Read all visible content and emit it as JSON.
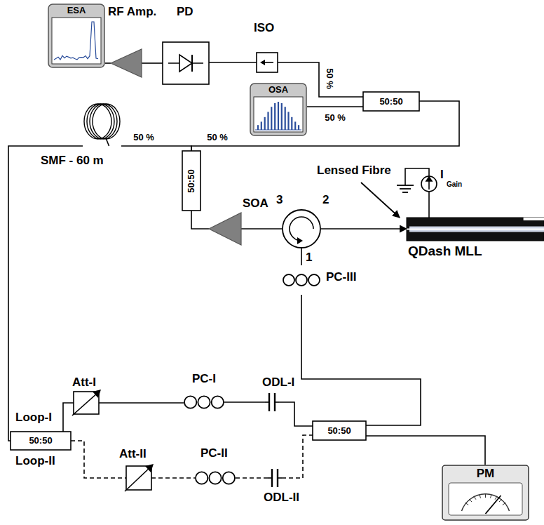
{
  "diagram": {
    "nodes": [
      {
        "text": [
          "ESA"
        ]
      },
      {
        "text": [
          "RF Amp."
        ]
      },
      {
        "text": [
          "PD"
        ]
      },
      {
        "text": [
          "ISO"
        ]
      },
      {
        "text": [
          "OSA"
        ]
      },
      {
        "text": [
          "50:50"
        ]
      },
      {
        "text": [
          "SMF - 60 m"
        ]
      },
      {
        "text": [
          "50:50"
        ]
      },
      {
        "text": [
          "SOA"
        ]
      },
      {
        "text": [
          "3",
          "2",
          "1"
        ]
      },
      {
        "text": [
          "QDash MLL"
        ]
      },
      {
        "text": [
          "PC-III"
        ]
      },
      {
        "text": [
          "Att-I"
        ]
      },
      {
        "text": [
          "PC-I"
        ]
      },
      {
        "text": [
          "ODL-I"
        ]
      },
      {
        "text": [
          "50:50"
        ]
      },
      {
        "text": [
          "50:50"
        ]
      },
      {
        "text": [
          "Att-II"
        ]
      },
      {
        "text": [
          "PC-II"
        ]
      },
      {
        "text": [
          "ODL-II"
        ]
      },
      {
        "text": [
          "PM"
        ]
      }
    ],
    "edges": [
      {
        "from": 1,
        "to": 0,
        "arrow": "none"
      },
      {
        "from": 2,
        "to": 1,
        "arrow": "none"
      },
      {
        "from": 3,
        "to": 2,
        "arrow": "none"
      },
      {
        "from": 5,
        "to": 3,
        "arrow": "none"
      },
      {
        "from": 5,
        "to": 4,
        "arrow": "none"
      },
      {
        "from": 7,
        "to": 5,
        "arrow": "none"
      },
      {
        "from": 7,
        "to": 6,
        "arrow": "none"
      },
      {
        "from": 6,
        "to": 15,
        "arrow": "none"
      },
      {
        "from": 8,
        "to": 7,
        "arrow": "none"
      },
      {
        "from": 9,
        "to": 8,
        "arrow": "none"
      },
      {
        "from": 9,
        "to": 10,
        "arrow": "to"
      },
      {
        "from": 11,
        "to": 9,
        "arrow": "none"
      },
      {
        "from": 16,
        "to": 11,
        "arrow": "none"
      },
      {
        "from": 16,
        "to": 20,
        "arrow": "none"
      },
      {
        "from": 15,
        "to": 12,
        "arrow": "none"
      },
      {
        "from": 12,
        "to": 13,
        "arrow": "none"
      },
      {
        "from": 13,
        "to": 14,
        "arrow": "none"
      },
      {
        "from": 14,
        "to": 16,
        "arrow": "none"
      },
      {
        "from": 15,
        "to": 17,
        "arrow": "none"
      },
      {
        "from": 17,
        "to": 18,
        "arrow": "none"
      },
      {
        "from": 18,
        "to": 19,
        "arrow": "none"
      },
      {
        "from": 19,
        "to": 16,
        "arrow": "none"
      }
    ],
    "labels": [
      "50 %",
      "50 %",
      "50 %",
      "50 %",
      "Lensed Fibre",
      "I",
      "Gain",
      "Loop-I",
      "Loop-II"
    ]
  }
}
